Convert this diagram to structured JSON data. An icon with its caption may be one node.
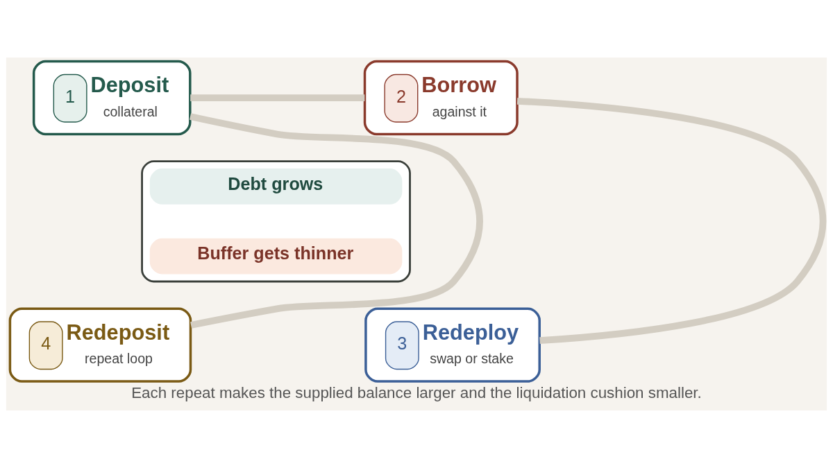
{
  "diagram": {
    "caption": "Each repeat makes the supplied balance larger and the liquidation cushion smaller.",
    "nodes": [
      {
        "text": [
          "1",
          "Deposit",
          "collateral"
        ]
      },
      {
        "text": [
          "2",
          "Borrow",
          "against it"
        ]
      },
      {
        "text": [],
        "shape": "box"
      },
      {
        "text": [
          "Debt grows"
        ],
        "in": 2
      },
      {
        "text": [
          "Buffer gets thinner"
        ],
        "in": 2
      },
      {
        "text": [
          "4",
          "Redeposit",
          "repeat loop"
        ]
      },
      {
        "text": [
          "3",
          "Redeploy",
          "swap or stake"
        ]
      }
    ],
    "edges": [
      {
        "from": 0,
        "to": 1,
        "arrow": "none"
      },
      {
        "from": 1,
        "to": 6,
        "arrow": "none"
      },
      {
        "from": 0,
        "to": 5,
        "arrow": "none"
      }
    ]
  }
}
